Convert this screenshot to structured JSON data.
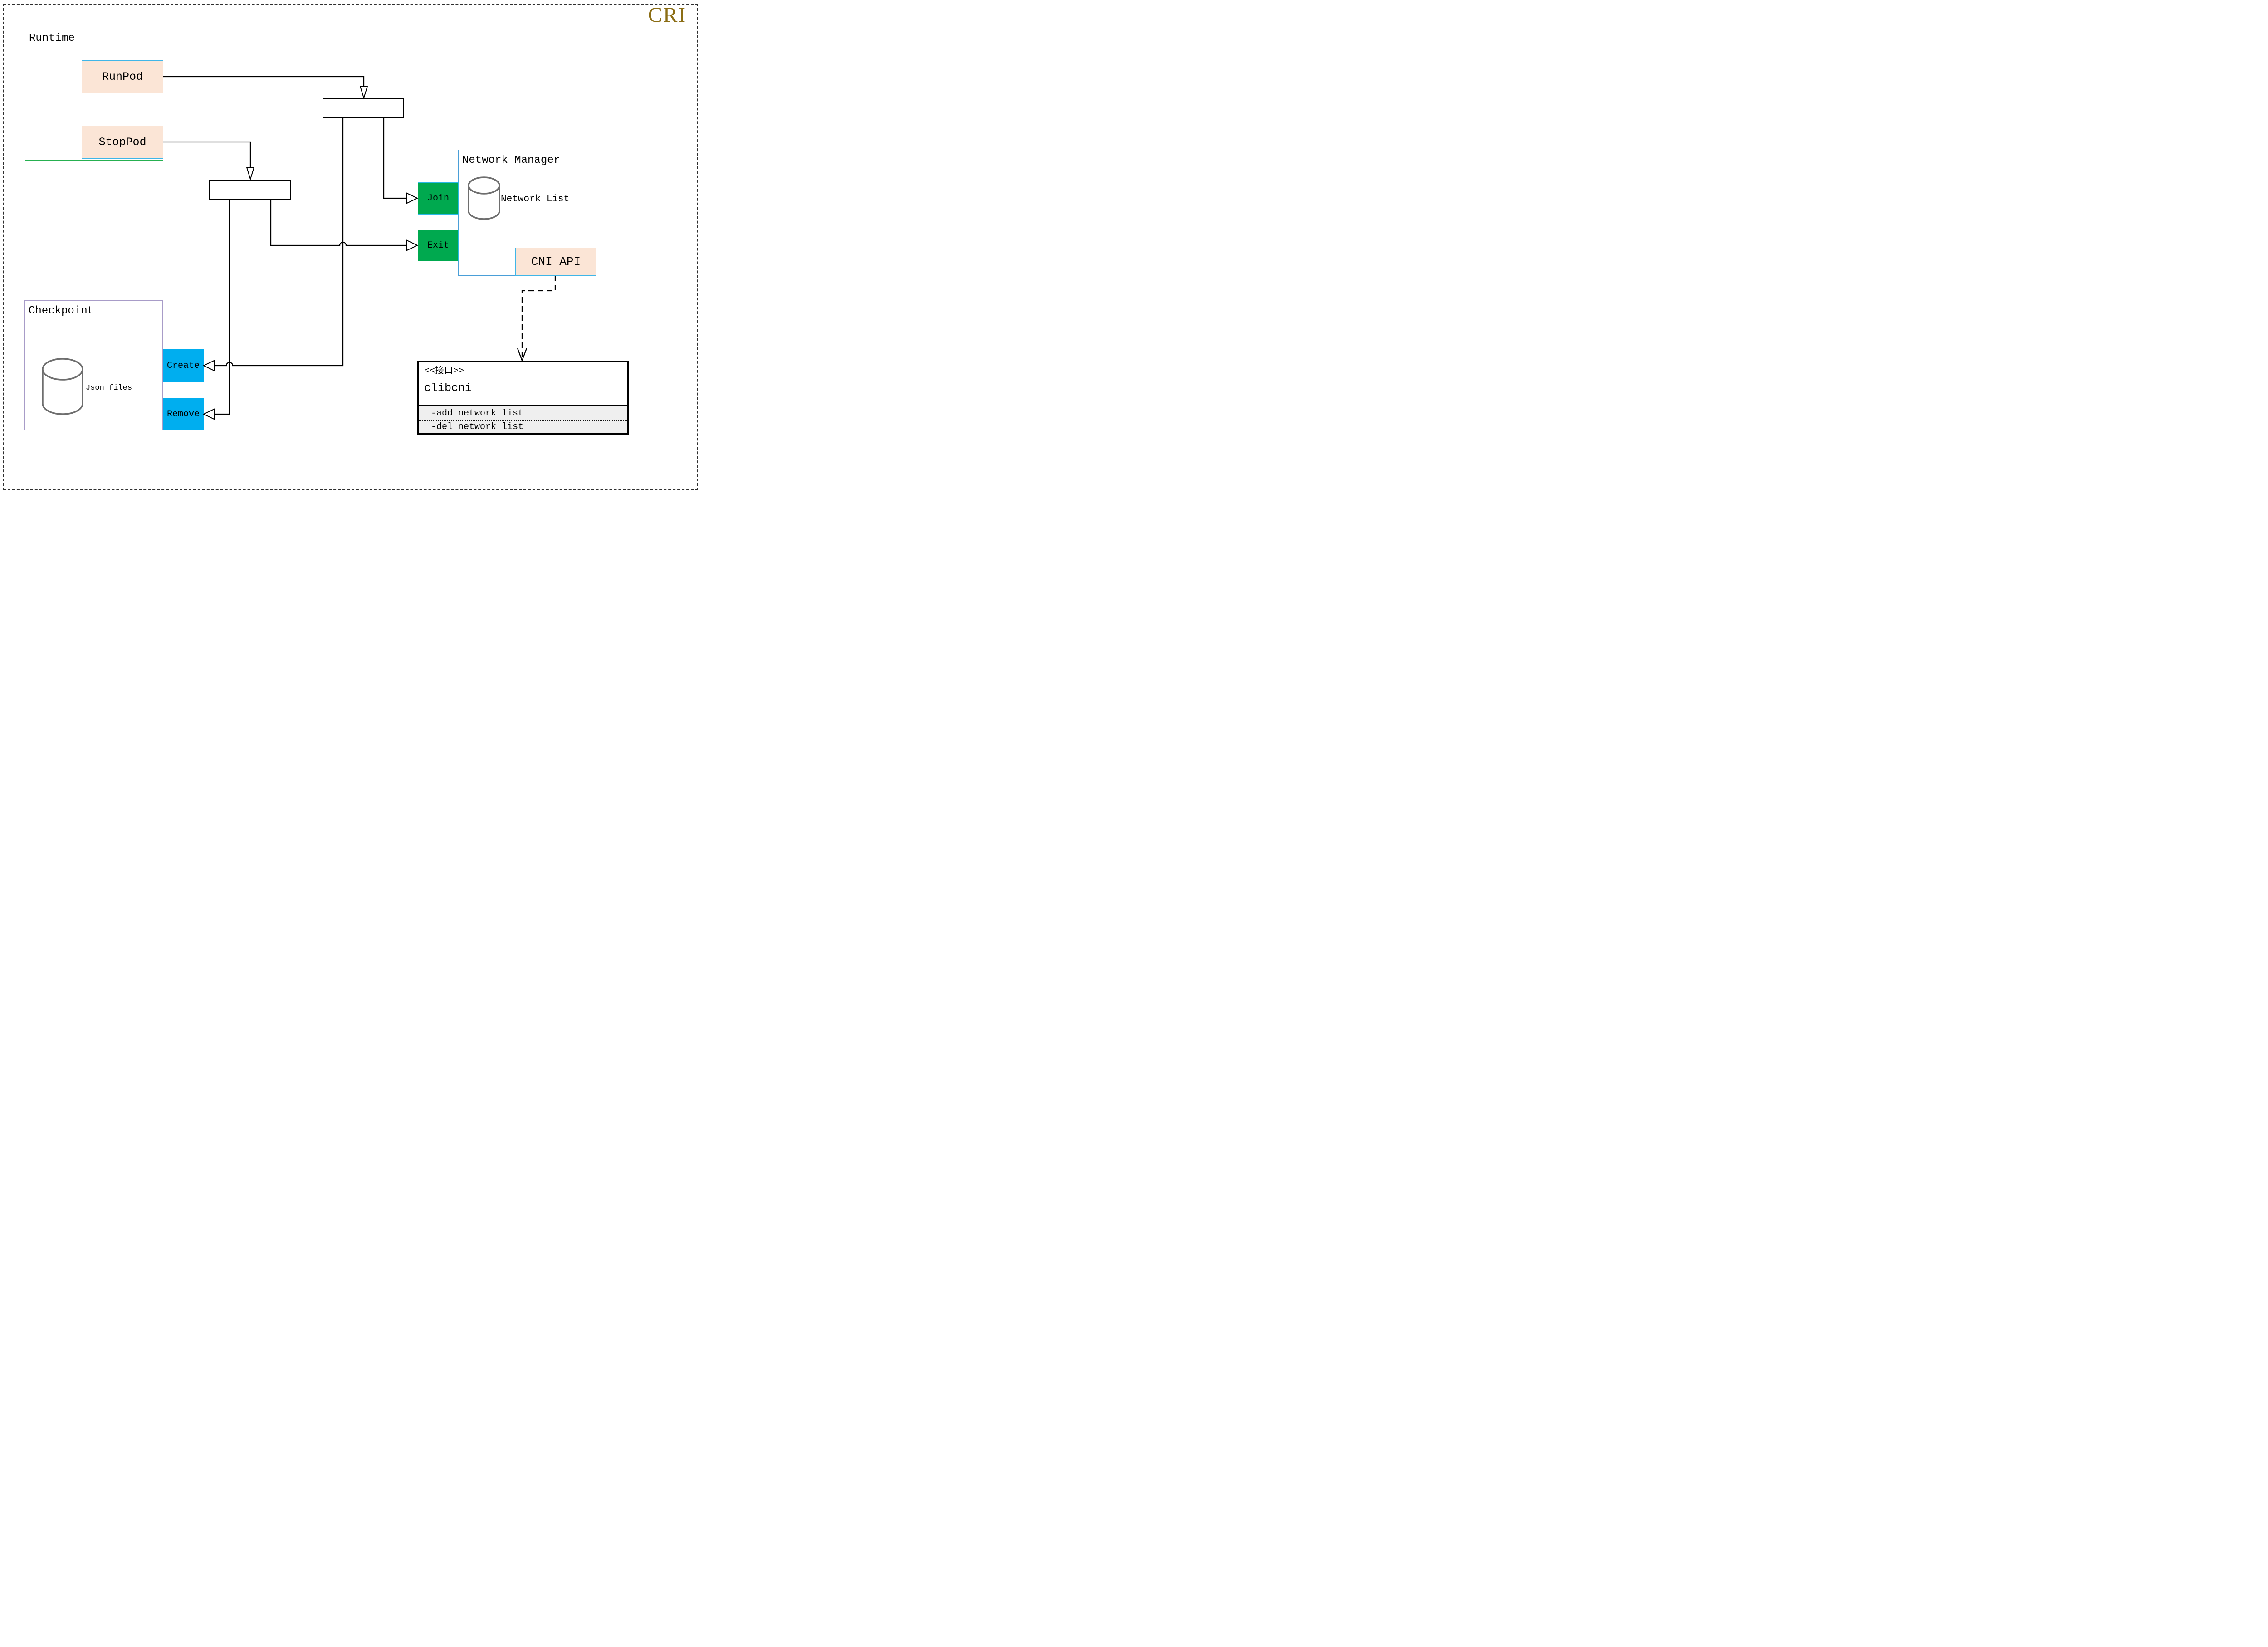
{
  "page": {
    "title": "CRI"
  },
  "runtime": {
    "label": "Runtime",
    "runpod_label": "RunPod",
    "stoppod_label": "StopPod"
  },
  "network_manager": {
    "label": "Network Manager",
    "datastore_label": "Network List",
    "join_label": "Join",
    "exit_label": "Exit",
    "cni_api_label": "CNI API"
  },
  "checkpoint": {
    "label": "Checkpoint",
    "datastore_label": "Json files",
    "create_label": "Create",
    "remove_label": "Remove"
  },
  "clibcni_interface": {
    "stereotype": "<<接口>>",
    "name": "clibcni",
    "methods": [
      "-add_network_list",
      "-del_network_list"
    ]
  },
  "colors": {
    "title_gold": "#8b6d14",
    "runtime_border_green": "#26b050",
    "network_manager_border_blue": "#4a9fd8",
    "checkpoint_border_purple": "#a89cc8",
    "api_fill_peach": "#fbe5d6",
    "api_border_blue": "#3fb6e8",
    "join_exit_fill_green": "#00a94f",
    "create_remove_fill_blue": "#00aeef",
    "interface_section_gray": "#efefef",
    "cylinder_gray": "#6e6e6e"
  }
}
